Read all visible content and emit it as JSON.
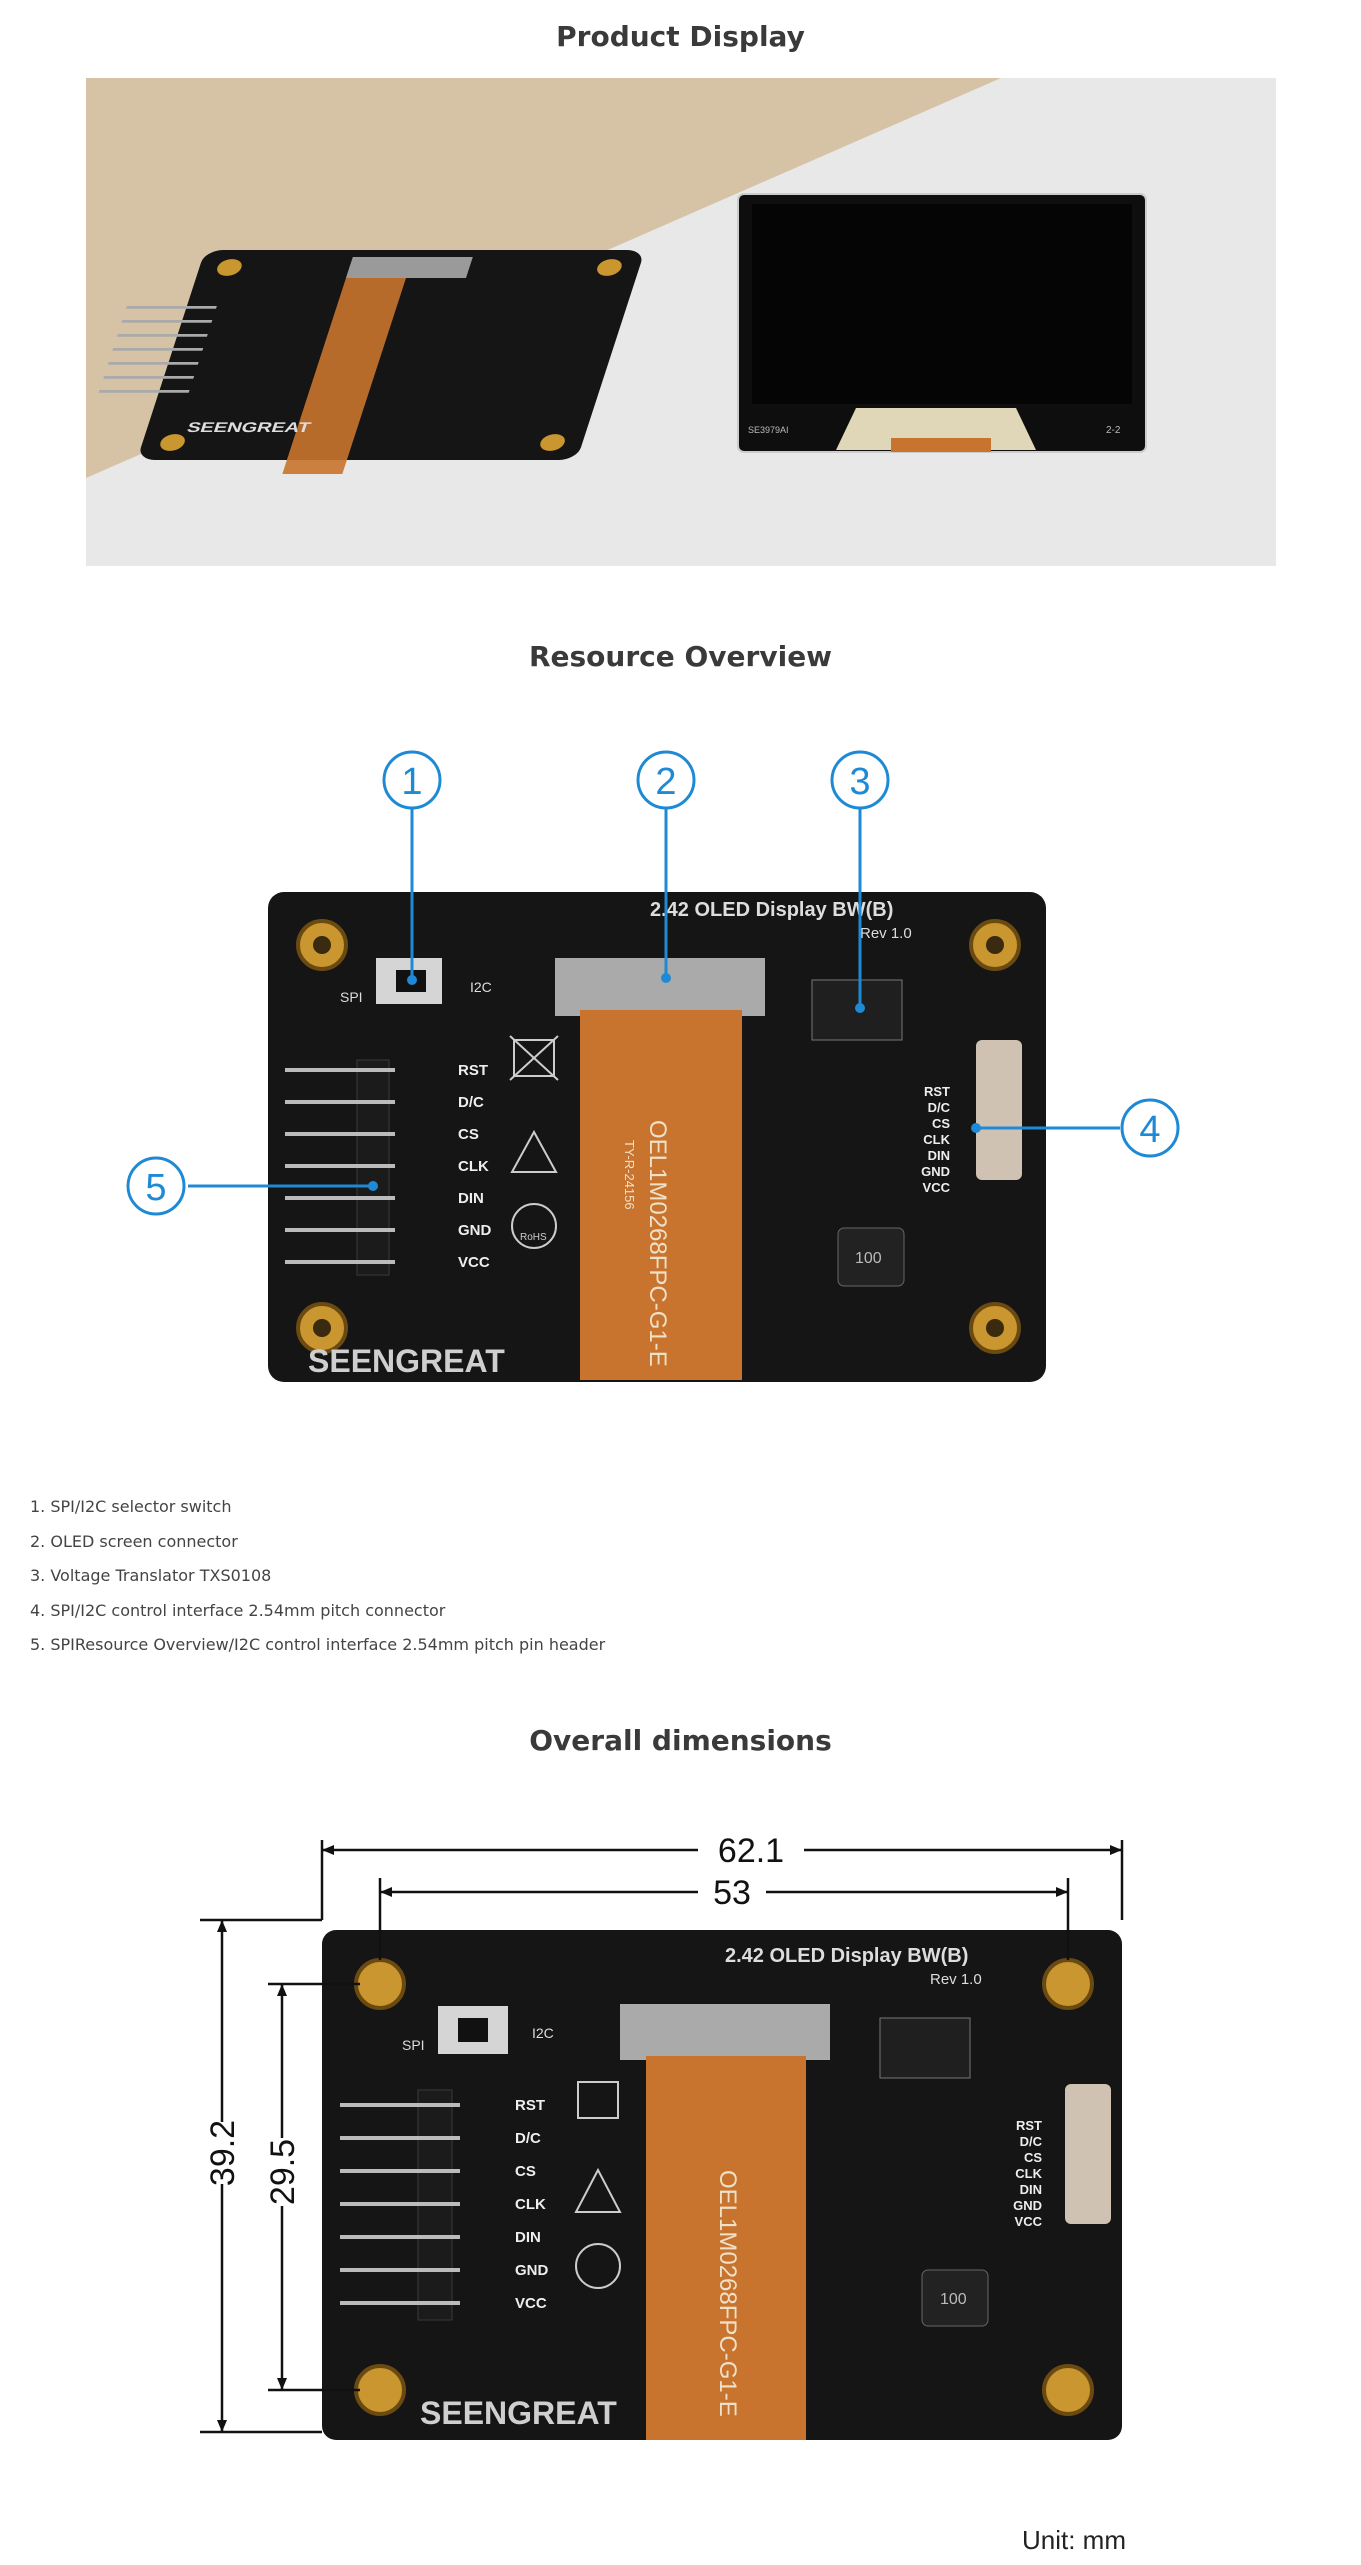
{
  "sections": {
    "product_display": "Product Display",
    "resource_overview": "Resource Overview",
    "overall_dimensions": "Overall dimensions"
  },
  "board": {
    "model_text": "2.42 OLED Display BW(B)",
    "rev_text": "Rev 1.0",
    "brand": "SEENGREAT",
    "fpc_text": "OEL1M0268FPC-G1-E",
    "fpc_sub": "TY-R-24156",
    "switch_left": "SPI",
    "switch_right": "I2C",
    "rohs": "RoHS",
    "inductor": "100",
    "pins": [
      "RST",
      "D/C",
      "CS",
      "CLK",
      "DIN",
      "GND",
      "VCC"
    ],
    "screen_left_label": "SE3979AI",
    "screen_right_label": "2-2"
  },
  "callouts": [
    "1",
    "2",
    "3",
    "4",
    "5"
  ],
  "features": [
    "1. SPI/I2C selector switch",
    "2. OLED screen connector",
    "3. Voltage Translator TXS0108",
    "4. SPI/I2C control interface 2.54mm pitch connector",
    "5. SPIResource Overview/I2C control interface 2.54mm pitch pin header"
  ],
  "dimensions": {
    "width_total": "62.1",
    "width_holes": "53",
    "height_total": "39.2",
    "height_holes": "29.5",
    "unit": "Unit: mm"
  },
  "colors": {
    "callout_blue": "#1e8ad6",
    "pcb_black": "#141414",
    "fpc_orange": "#c8742e",
    "brass": "#c9962f",
    "banner_tan": "#d6c2a5",
    "banner_grey": "#e8e8e8"
  }
}
